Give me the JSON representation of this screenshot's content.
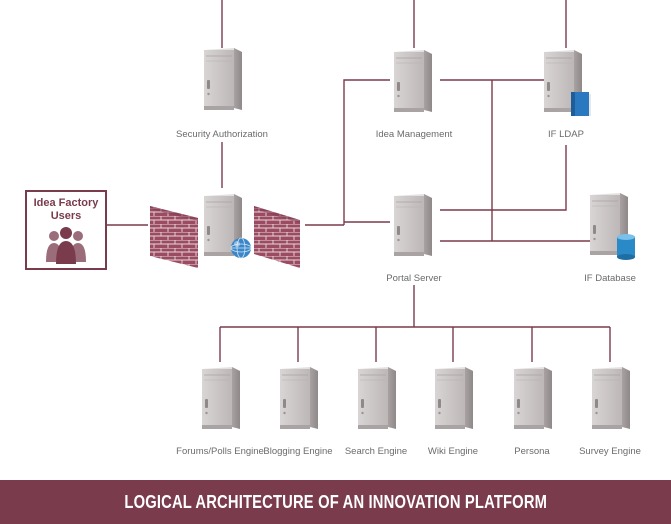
{
  "diagram": {
    "users_box_title": "Idea Factory Users",
    "nodes": {
      "security_authorization": "Security Authorization",
      "idea_management": "Idea Management",
      "if_ldap": "IF LDAP",
      "portal_server": "Portal Server",
      "if_database": "IF Database",
      "forums_polls_engine": "Forums/Polls Engine",
      "blogging_engine": "Blogging Engine",
      "search_engine": "Search Engine",
      "wiki_engine": "Wiki Engine",
      "persona": "Persona",
      "survey_engine": "Survey Engine"
    },
    "icons": [
      "server-icon",
      "firewall-icon",
      "globe-icon",
      "book-icon",
      "database-icon",
      "users-icon"
    ],
    "colors": {
      "accent": "#7a3b4c",
      "server": "#c9c4c4",
      "label": "#6b6b6b",
      "brick": "#9b4c62"
    }
  },
  "footer": {
    "title": "LOGICAL ARCHITECTURE OF AN INNOVATION PLATFORM"
  }
}
